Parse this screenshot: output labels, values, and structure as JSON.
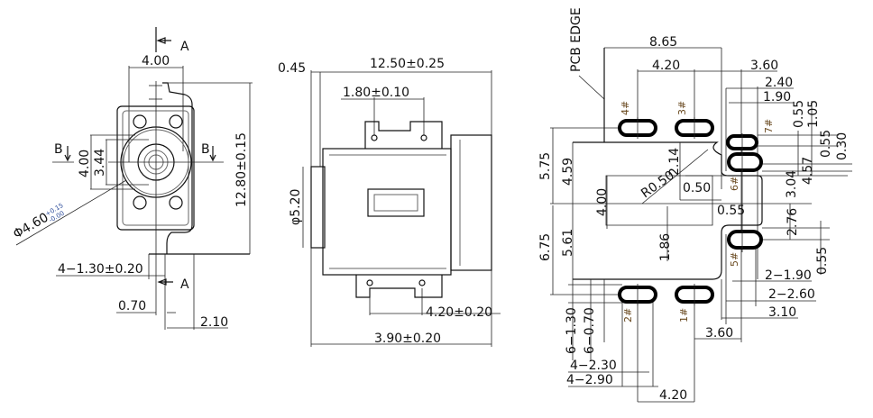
{
  "front_view": {
    "section_a_top": "A",
    "section_a_bottom": "A",
    "section_b_left": "B",
    "section_b_right": "B",
    "width_top": "4.00",
    "height_total": "12.80±0.15",
    "inner_height": "4.00",
    "inner_height_2": "3.44",
    "diameter": "Φ4.60",
    "diameter_tol_plus": "+0.15",
    "diameter_tol_minus": "-0.00",
    "pin_width": "4−1.30±0.20",
    "pin_thickness": "0.70",
    "pin_offset": "2.10"
  },
  "side_view": {
    "flange": "0.45",
    "length": "12.50±0.25",
    "top_pin_pitch": "1.80±0.10",
    "diameter": "φ5.20",
    "bottom_pin_pitch": "4.20±0.20",
    "bottom_pin_span": "3.90±0.20"
  },
  "pcb_layout": {
    "pcb_edge": "PCB EDGE",
    "dims": {
      "d865": "8.65",
      "d420_top": "4.20",
      "d360_top": "3.60",
      "d240": "2.40",
      "d190": "1.90",
      "d055_a": "0.55",
      "d105": "1.05",
      "d055_b": "0.55",
      "d030": "0.30",
      "d575": "5.75",
      "d459": "4.59",
      "d400": "4.00",
      "r050": "R0.50",
      "d214": "2.14",
      "d050": "0.50",
      "d055_c": "0.55",
      "d304": "3.04",
      "d457": "4.57",
      "d276": "2.76",
      "d675": "6.75",
      "d561": "5.61",
      "d186": "1.86",
      "d055_d": "0.55",
      "d2_190": "2−1.90",
      "d2_260": "2−2.60",
      "d310": "3.10",
      "d360_bot": "3.60",
      "d6_130": "6−1.30",
      "d6_070": "6−0.70",
      "d4_230": "4−2.30",
      "d4_290": "4−2.90",
      "d420_bot": "4.20"
    },
    "pins": {
      "p1": "1#",
      "p2": "2#",
      "p3": "3#",
      "p4": "4#",
      "p5": "5#",
      "p6": "6#",
      "p7": "7#"
    }
  }
}
